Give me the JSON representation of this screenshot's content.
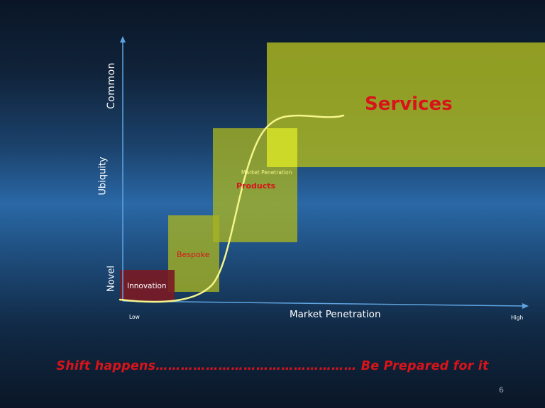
{
  "axes": {
    "x_label": "Market Penetration",
    "x_low": "Low",
    "x_high": "High",
    "y_label": "Ubiquity",
    "y_top": "Common",
    "y_bottom": "Novel"
  },
  "stages": {
    "innovation": "Innovation",
    "bespoke": "Bespoke",
    "products": "Products",
    "products_note": "Market Penetration",
    "services": "Services"
  },
  "footer": "Shift happens………………………………………… Be Prepared for it",
  "page_number": "6",
  "colors": {
    "box_green": "#a8b421",
    "innovation_red": "#7a1a24",
    "stage_label_red": "#d8141a",
    "curve": "#f4f58a",
    "axis": "#5fa3e0"
  }
}
